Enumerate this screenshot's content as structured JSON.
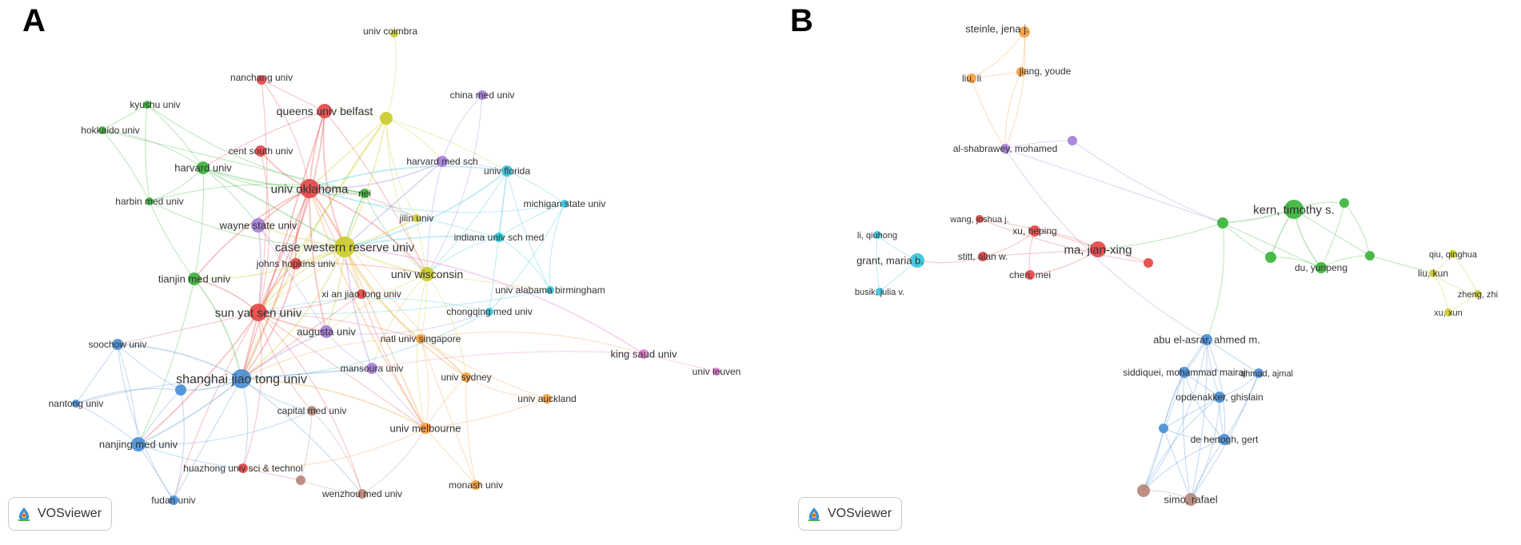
{
  "colors": {
    "red": "#e64646",
    "green": "#3cb43c",
    "blue": "#4a8fd6",
    "yellow": "#cccc2e",
    "purple": "#a57fd8",
    "cyan": "#37c4dd",
    "orange": "#f5a040",
    "brown": "#b8867a",
    "pink": "#e87ad8"
  },
  "badge": {
    "text": "VOSviewer"
  },
  "panel_a": {
    "letter": "A",
    "nodes": [
      {
        "id": "coimbra",
        "label": "univ coimbra",
        "color": "yellow"
      },
      {
        "id": "nanchang",
        "label": "nanchang univ",
        "color": "red"
      },
      {
        "id": "china_med",
        "label": "china med univ",
        "color": "purple"
      },
      {
        "id": "kyushu",
        "label": "kyushu univ",
        "color": "green"
      },
      {
        "id": "queens",
        "label": "queens univ belfast",
        "color": "red"
      },
      {
        "id": "yellow_hub",
        "label": "",
        "color": "yellow"
      },
      {
        "id": "hokkaido",
        "label": "hokkaido univ",
        "color": "green"
      },
      {
        "id": "cent_south",
        "label": "cent south univ",
        "color": "red"
      },
      {
        "id": "harvard_med",
        "label": "harvard med sch",
        "color": "purple"
      },
      {
        "id": "harvard",
        "label": "harvard univ",
        "color": "green"
      },
      {
        "id": "florida",
        "label": "univ florida",
        "color": "cyan"
      },
      {
        "id": "oklahoma",
        "label": "univ oklahoma",
        "color": "red"
      },
      {
        "id": "nei",
        "label": "nei",
        "color": "green"
      },
      {
        "id": "harbin",
        "label": "harbin med univ",
        "color": "green"
      },
      {
        "id": "michigan",
        "label": "michigan state univ",
        "color": "cyan"
      },
      {
        "id": "jilin",
        "label": "jilin univ",
        "color": "yellow"
      },
      {
        "id": "wayne",
        "label": "wayne state univ",
        "color": "purple"
      },
      {
        "id": "indiana",
        "label": "indiana univ sch med",
        "color": "cyan"
      },
      {
        "id": "case",
        "label": "case western reserve univ",
        "color": "yellow"
      },
      {
        "id": "johns",
        "label": "johns hopkins univ",
        "color": "red"
      },
      {
        "id": "tianjin",
        "label": "tianjin med univ",
        "color": "green"
      },
      {
        "id": "wisconsin",
        "label": "univ wisconsin",
        "color": "yellow"
      },
      {
        "id": "alabama",
        "label": "univ alabama birmingham",
        "color": "cyan"
      },
      {
        "id": "xian",
        "label": "xi an jiao tong univ",
        "color": "red"
      },
      {
        "id": "sunyat",
        "label": "sun yat sen univ",
        "color": "red"
      },
      {
        "id": "chongqing",
        "label": "chongqing med univ",
        "color": "cyan"
      },
      {
        "id": "augusta",
        "label": "augusta univ",
        "color": "purple"
      },
      {
        "id": "singapore",
        "label": "natl univ singapore",
        "color": "orange"
      },
      {
        "id": "soochow",
        "label": "soochow univ",
        "color": "blue"
      },
      {
        "id": "king_saud",
        "label": "king saud univ",
        "color": "pink"
      },
      {
        "id": "shanghai",
        "label": "shanghai jiao tong univ",
        "color": "blue"
      },
      {
        "id": "mansoura",
        "label": "mansoura univ",
        "color": "purple"
      },
      {
        "id": "sydney",
        "label": "univ sydney",
        "color": "orange"
      },
      {
        "id": "leuven",
        "label": "univ leuven",
        "color": "pink"
      },
      {
        "id": "blue_hub",
        "label": "",
        "color": "blue"
      },
      {
        "id": "nantong",
        "label": "nantong univ",
        "color": "blue"
      },
      {
        "id": "auckland",
        "label": "univ auckland",
        "color": "orange"
      },
      {
        "id": "capital",
        "label": "capital med univ",
        "color": "brown"
      },
      {
        "id": "melbourne",
        "label": "univ melbourne",
        "color": "orange"
      },
      {
        "id": "nanjing",
        "label": "nanjing med univ",
        "color": "blue"
      },
      {
        "id": "huazhong",
        "label": "huazhong univ sci & technol",
        "color": "red"
      },
      {
        "id": "brown_hub",
        "label": "",
        "color": "brown"
      },
      {
        "id": "monash",
        "label": "monash univ",
        "color": "orange"
      },
      {
        "id": "wenzhou",
        "label": "wenzhou med univ",
        "color": "brown"
      },
      {
        "id": "fudan",
        "label": "fudan univ",
        "color": "blue"
      }
    ]
  },
  "panel_b": {
    "letter": "B",
    "nodes": [
      {
        "id": "steinle",
        "label": "steinle, jena j.",
        "color": "orange"
      },
      {
        "id": "liu_li",
        "label": "liu, li",
        "color": "orange"
      },
      {
        "id": "jiang",
        "label": "jiang, youde",
        "color": "orange"
      },
      {
        "id": "purple_b",
        "label": "",
        "color": "purple"
      },
      {
        "id": "alshab",
        "label": "al-shabrawey, mohamed",
        "color": "purple"
      },
      {
        "id": "kern",
        "label": "kern, timothy s.",
        "color": "green"
      },
      {
        "id": "green_a",
        "label": "",
        "color": "green"
      },
      {
        "id": "green_b",
        "label": "",
        "color": "green"
      },
      {
        "id": "wang",
        "label": "wang, joshua j.",
        "color": "red"
      },
      {
        "id": "li_q",
        "label": "li, qiuhong",
        "color": "cyan"
      },
      {
        "id": "xu_h",
        "label": "xu, heping",
        "color": "red"
      },
      {
        "id": "grant",
        "label": "grant, maria b.",
        "color": "cyan"
      },
      {
        "id": "stitt",
        "label": "stitt, alan w.",
        "color": "red"
      },
      {
        "id": "ma",
        "label": "ma, jian-xing",
        "color": "red"
      },
      {
        "id": "green_c",
        "label": "",
        "color": "green"
      },
      {
        "id": "green_d",
        "label": "",
        "color": "green"
      },
      {
        "id": "qiu",
        "label": "qiu, qinghua",
        "color": "yellow"
      },
      {
        "id": "red_b",
        "label": "",
        "color": "red"
      },
      {
        "id": "du",
        "label": "du, yunpeng",
        "color": "green"
      },
      {
        "id": "chen",
        "label": "chen, mei",
        "color": "red"
      },
      {
        "id": "liu_kun",
        "label": "liu, kun",
        "color": "yellow"
      },
      {
        "id": "busik",
        "label": "busik, julia v.",
        "color": "cyan"
      },
      {
        "id": "zheng",
        "label": "zheng, zhi",
        "color": "yellow"
      },
      {
        "id": "xu_xun",
        "label": "xu, xun",
        "color": "yellow"
      },
      {
        "id": "abu",
        "label": "abu el-asrar, ahmed m.",
        "color": "blue"
      },
      {
        "id": "siddiquei",
        "label": "siddiquei, mohammad mairaj",
        "color": "blue"
      },
      {
        "id": "ahmad",
        "label": "ahmad, ajmal",
        "color": "blue"
      },
      {
        "id": "opdenakker",
        "label": "opdenakker, ghislain",
        "color": "blue"
      },
      {
        "id": "blue_b",
        "label": "",
        "color": "blue"
      },
      {
        "id": "dehertogh",
        "label": "de hertogh, gert",
        "color": "blue"
      },
      {
        "id": "brown_b",
        "label": "",
        "color": "brown"
      },
      {
        "id": "simo",
        "label": "simo, rafael",
        "color": "brown"
      }
    ]
  }
}
